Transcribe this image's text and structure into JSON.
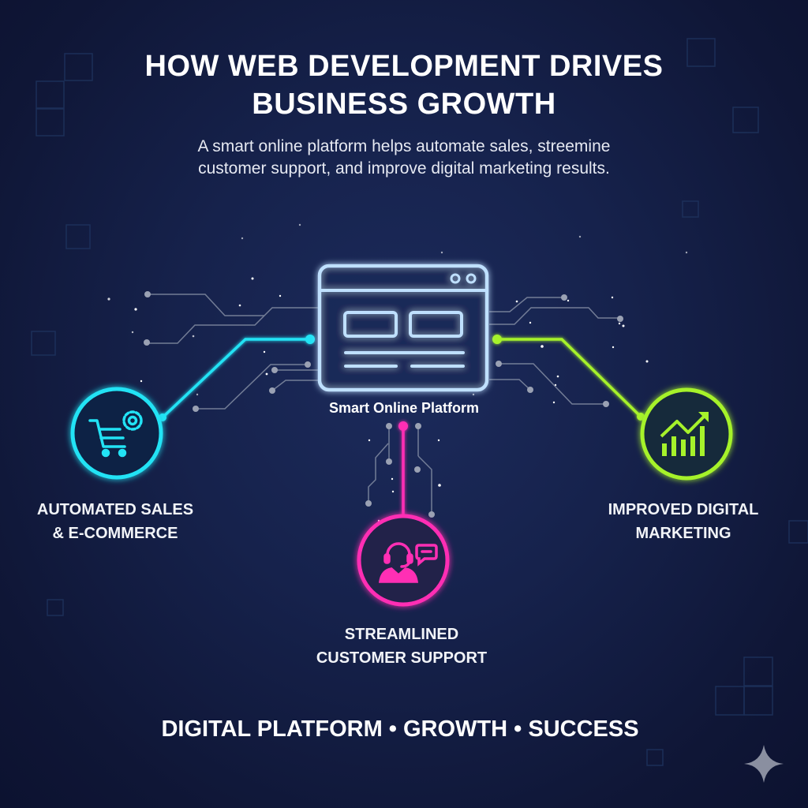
{
  "header": {
    "title_line1": "HOW WEB DEVELOPMENT DRIVES",
    "title_line2": "BUSINESS GROWTH",
    "subtitle_line1": "A smart online platform helps automate sales, streemine",
    "subtitle_line2": "customer support, and improve digital marketing results."
  },
  "center": {
    "label": "Smart Online Platform",
    "icon": "browser-window-icon"
  },
  "nodes": [
    {
      "id": "sales",
      "label_line1": "AUTOMATED SALES",
      "label_line2": "& E-COMMERCE",
      "icon": "shopping-cart-gear-icon",
      "color": "#22e3f5"
    },
    {
      "id": "support",
      "label_line1": "STREAMLINED",
      "label_line2": "CUSTOMER SUPPORT",
      "icon": "support-agent-chat-icon",
      "color": "#ff2fb4"
    },
    {
      "id": "marketing",
      "label_line1": "IMPROVED DIGITAL",
      "label_line2": "MARKETING",
      "icon": "growth-chart-icon",
      "color": "#a6f22b"
    }
  ],
  "footer": {
    "tagline": "DIGITAL PLATFORM • GROWTH • SUCCESS",
    "watermark_icon": "sparkle-icon"
  },
  "colors": {
    "background": "#16224c",
    "platform": "#bfe0ff",
    "circuit": "#8a93a8"
  }
}
